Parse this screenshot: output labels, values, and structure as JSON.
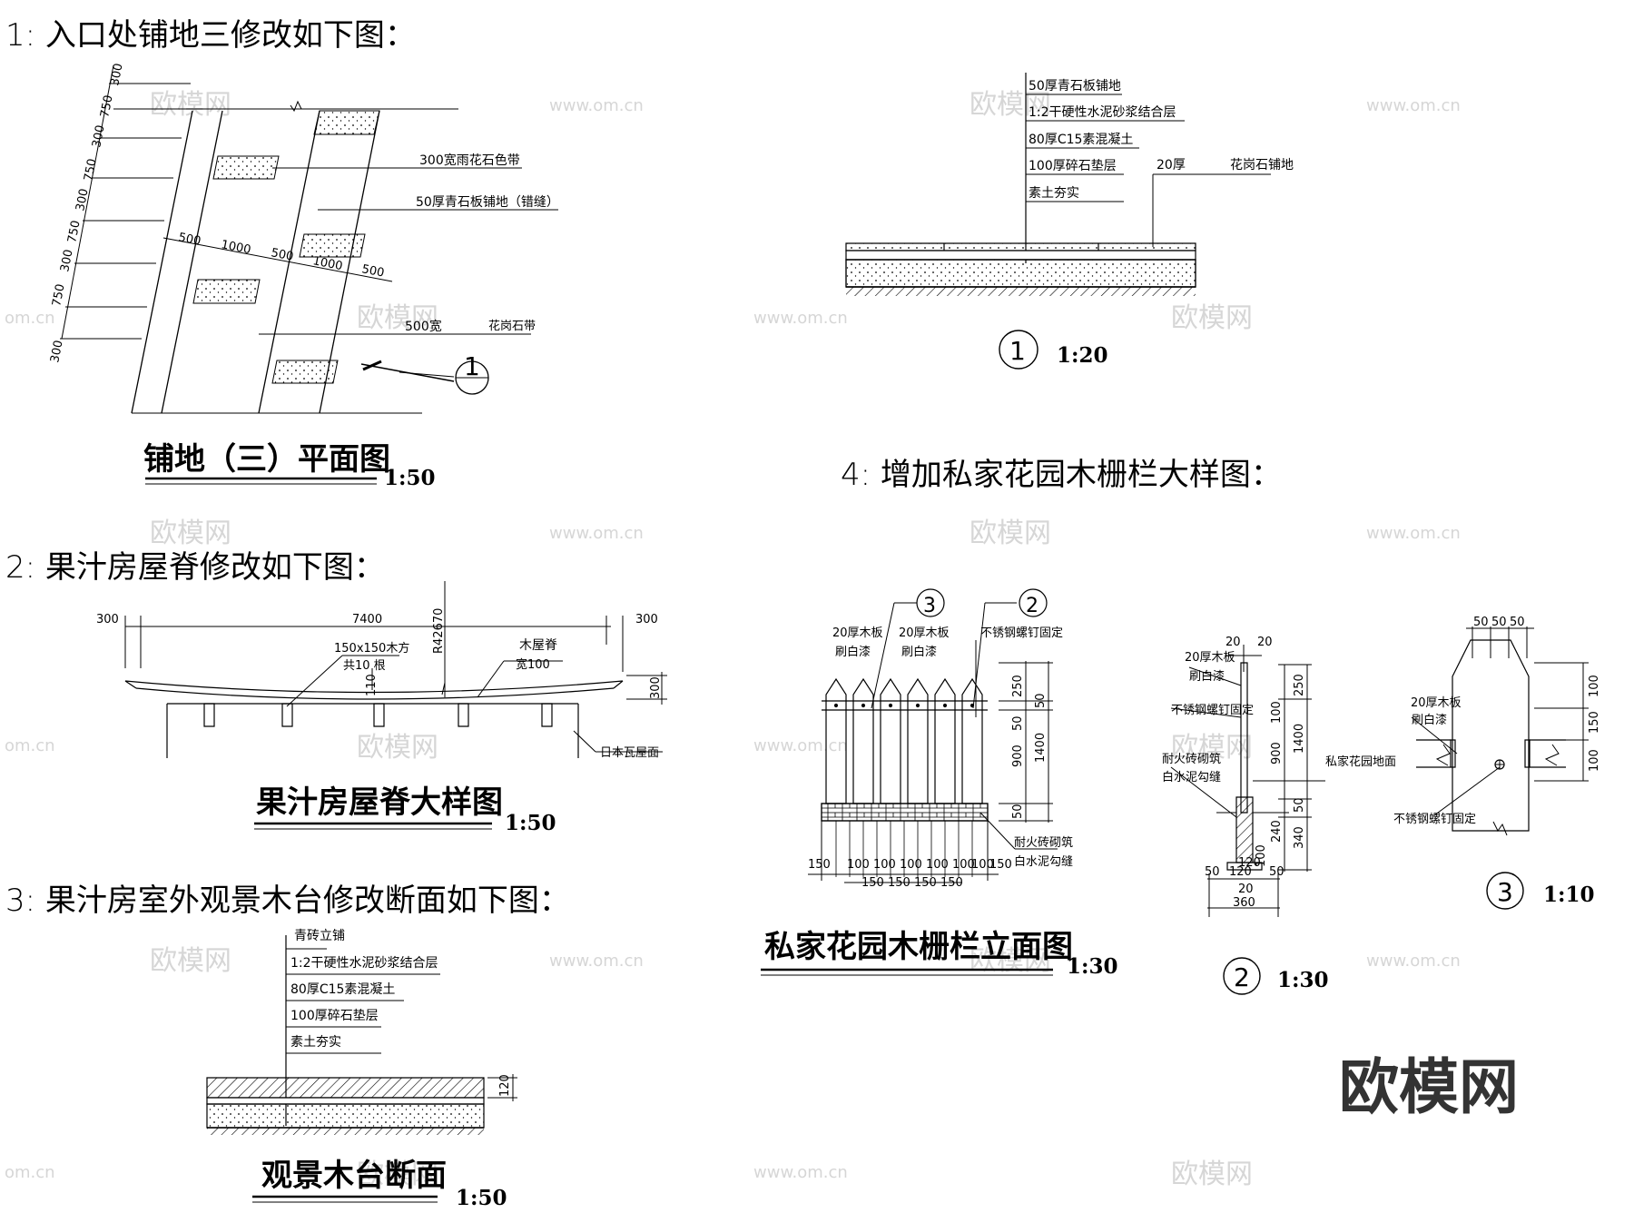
{
  "sections": {
    "s1": "1: 入口处铺地三修改如下图：",
    "s2": "2: 果汁房屋脊修改如下图：",
    "s3": "3: 果汁房室外观景木台修改断面如下图：",
    "s4": "4: 增加私家花园木栅栏大样图："
  },
  "plan1": {
    "title": "铺地（三）平面图",
    "scale": "1:50",
    "label_band": "300宽雨花石色带",
    "label_stone": "50厚青石板铺地（错缝）",
    "label_500w": "500宽",
    "label_granite_band": "花岗石带",
    "callout": "1",
    "dims_left": [
      "300",
      "750",
      "300",
      "750",
      "300",
      "750",
      "300",
      "750",
      "300"
    ],
    "dims_row": [
      "500",
      "1000",
      "500",
      "1000",
      "500"
    ]
  },
  "section1": {
    "callout": "1",
    "scale": "1:20",
    "layers": [
      "50厚青石板铺地",
      "1:2干硬性水泥砂浆结合层",
      "80厚C15素混凝土",
      "100厚碎石垫层",
      "素土夯实"
    ],
    "label_20": "20厚",
    "label_granite": "花岗石铺地"
  },
  "ridge": {
    "title": "果汁房屋脊大样图",
    "scale": "1:50",
    "dim_left": "300",
    "dim_mid": "7400",
    "dim_right": "300",
    "radius": "R42670",
    "label_timber": "150x150木方",
    "label_count": "共10 根",
    "label_ridge": "木屋脊",
    "label_width": "宽100",
    "dim_110": "110",
    "dim_300v": "300",
    "label_tile": "日本瓦屋面"
  },
  "deck": {
    "title": "观景木台断面",
    "scale": "1:50",
    "layers": [
      "青砖立铺",
      "1:2干硬性水泥砂浆结合层",
      "80厚C15素混凝土",
      "100厚碎石垫层",
      "素土夯实"
    ],
    "dim": "120"
  },
  "fence": {
    "title": "私家花园木栅栏立面图",
    "scale": "1:30",
    "callout_a": "3",
    "callout_b": "2",
    "label_board_a": "20厚木板",
    "label_paint_a": "刷白漆",
    "label_board_b": "20厚木板",
    "label_paint_b": "刷白漆",
    "label_bolt": "不锈钢螺钉固定",
    "label_brick": "耐火砖砌筑",
    "label_mortar": "白水泥勾缝",
    "dims_right": [
      "250",
      "50",
      "50",
      "900",
      "1400",
      "50"
    ],
    "dims_bottom_a": [
      "150",
      "100",
      "100",
      "100",
      "100",
      "100",
      "100",
      "150"
    ],
    "dims_bottom_b": [
      "150",
      "150",
      "150",
      "150"
    ]
  },
  "detail2": {
    "callout": "2",
    "scale": "1:30",
    "dims_top": [
      "20",
      "20"
    ],
    "label_board": "20厚木板",
    "label_paint": "刷白漆",
    "label_bolt": "不锈钢螺钉固定",
    "label_brick": "耐火砖砌筑",
    "label_mortar": "白水泥勾缝",
    "label_ground": "私家花园地面",
    "dims_right": [
      "250",
      "100",
      "900",
      "1400",
      "50",
      "240",
      "340",
      "100"
    ],
    "dims_bottom": [
      "50",
      "120",
      "50",
      "120",
      "20",
      "360"
    ]
  },
  "detail3": {
    "callout": "3",
    "scale": "1:10",
    "dims_top": [
      "50",
      "50",
      "50"
    ],
    "label_board": "20厚木板",
    "label_paint": "刷白漆",
    "label_bolt": "不锈钢螺钉固定",
    "dims_right": [
      "100",
      "150",
      "100"
    ]
  },
  "watermark": {
    "brand": "欧模网",
    "url": "www.om.cn",
    "url_short": "om.cn"
  }
}
